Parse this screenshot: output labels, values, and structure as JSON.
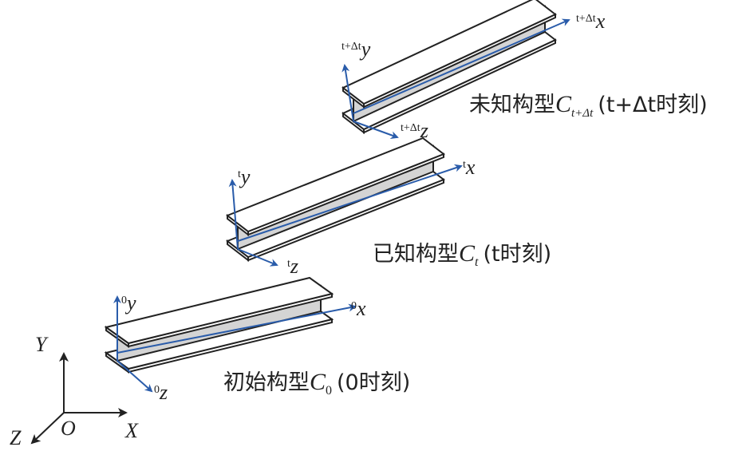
{
  "colors": {
    "axis_blue": "#2a5caa",
    "web_fill": "#d4d4d4",
    "outline": "#222222"
  },
  "global_axes": {
    "origin": "O",
    "x": "X",
    "y": "Y",
    "z": "Z"
  },
  "configurations": [
    {
      "name": "initial",
      "axis_prefix": "0",
      "x": "x",
      "y": "y",
      "z": "z",
      "label_cn": "初始构型",
      "label_symbol": "C",
      "label_sub": "0",
      "label_time": "(0时刻)"
    },
    {
      "name": "known",
      "axis_prefix": "t",
      "x": "x",
      "y": "y",
      "z": "z",
      "label_cn": "已知构型",
      "label_symbol": "C",
      "label_sub": "t",
      "label_time": "(t时刻)"
    },
    {
      "name": "unknown",
      "axis_prefix": "t+Δt",
      "x": "x",
      "y": "y",
      "z": "z",
      "label_cn": "未知构型",
      "label_symbol": "C",
      "label_sub": "t+Δt",
      "label_time": "(t+Δt时刻)"
    }
  ]
}
